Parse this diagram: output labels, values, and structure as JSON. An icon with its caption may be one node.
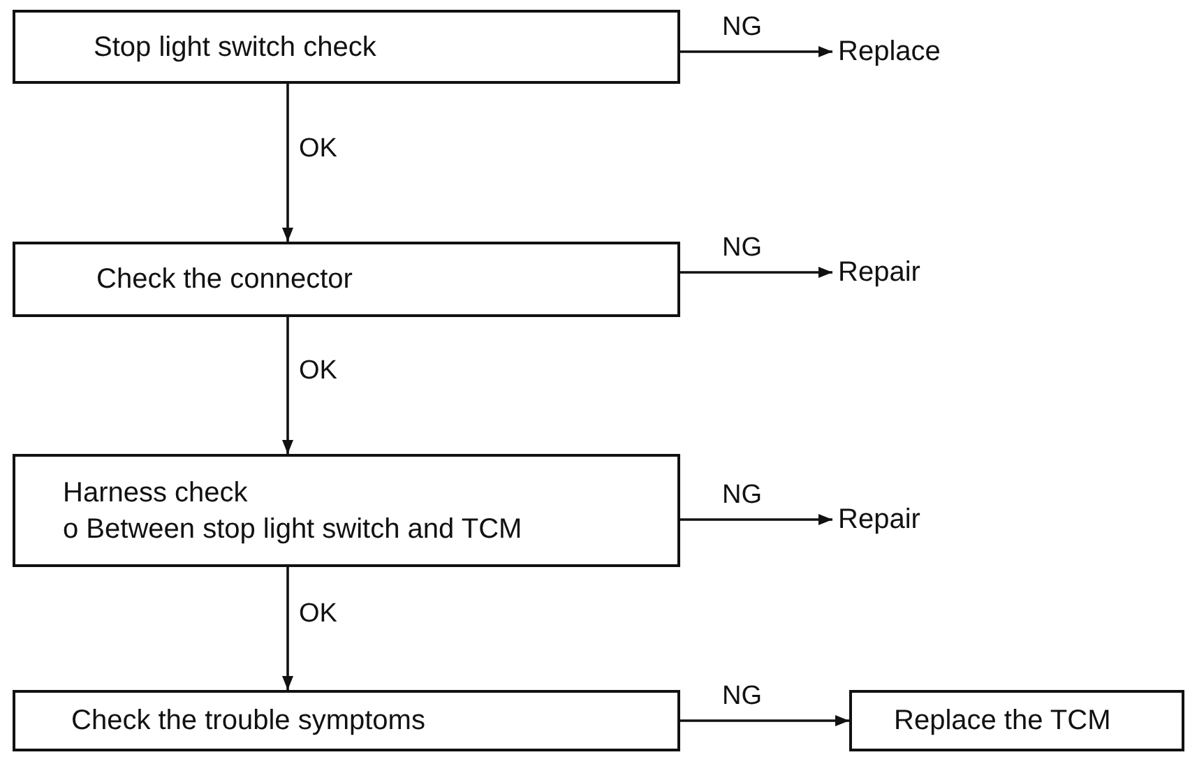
{
  "diagram": {
    "nodes": [
      {
        "text": [
          "Stop light switch check"
        ]
      },
      {
        "text": [
          "Replace"
        ]
      },
      {
        "text": [
          "Check the connector"
        ]
      },
      {
        "text": [
          "Repair"
        ]
      },
      {
        "text": [
          "Harness check",
          "o Between stop light switch and TCM"
        ]
      },
      {
        "text": [
          "Repair"
        ]
      },
      {
        "text": [
          "Check the trouble symptoms"
        ]
      },
      {
        "text": [
          "Replace the TCM"
        ]
      }
    ],
    "edges": [
      {
        "from": 0,
        "to": 1,
        "arrow": "to",
        "label": "NG"
      },
      {
        "from": 0,
        "to": 2,
        "arrow": "to",
        "label": "OK"
      },
      {
        "from": 2,
        "to": 3,
        "arrow": "to",
        "label": "NG"
      },
      {
        "from": 2,
        "to": 4,
        "arrow": "to",
        "label": "OK"
      },
      {
        "from": 4,
        "to": 5,
        "arrow": "to",
        "label": "NG"
      },
      {
        "from": 4,
        "to": 6,
        "arrow": "to",
        "label": "OK"
      },
      {
        "from": 6,
        "to": 7,
        "arrow": "to",
        "label": "NG"
      }
    ]
  }
}
